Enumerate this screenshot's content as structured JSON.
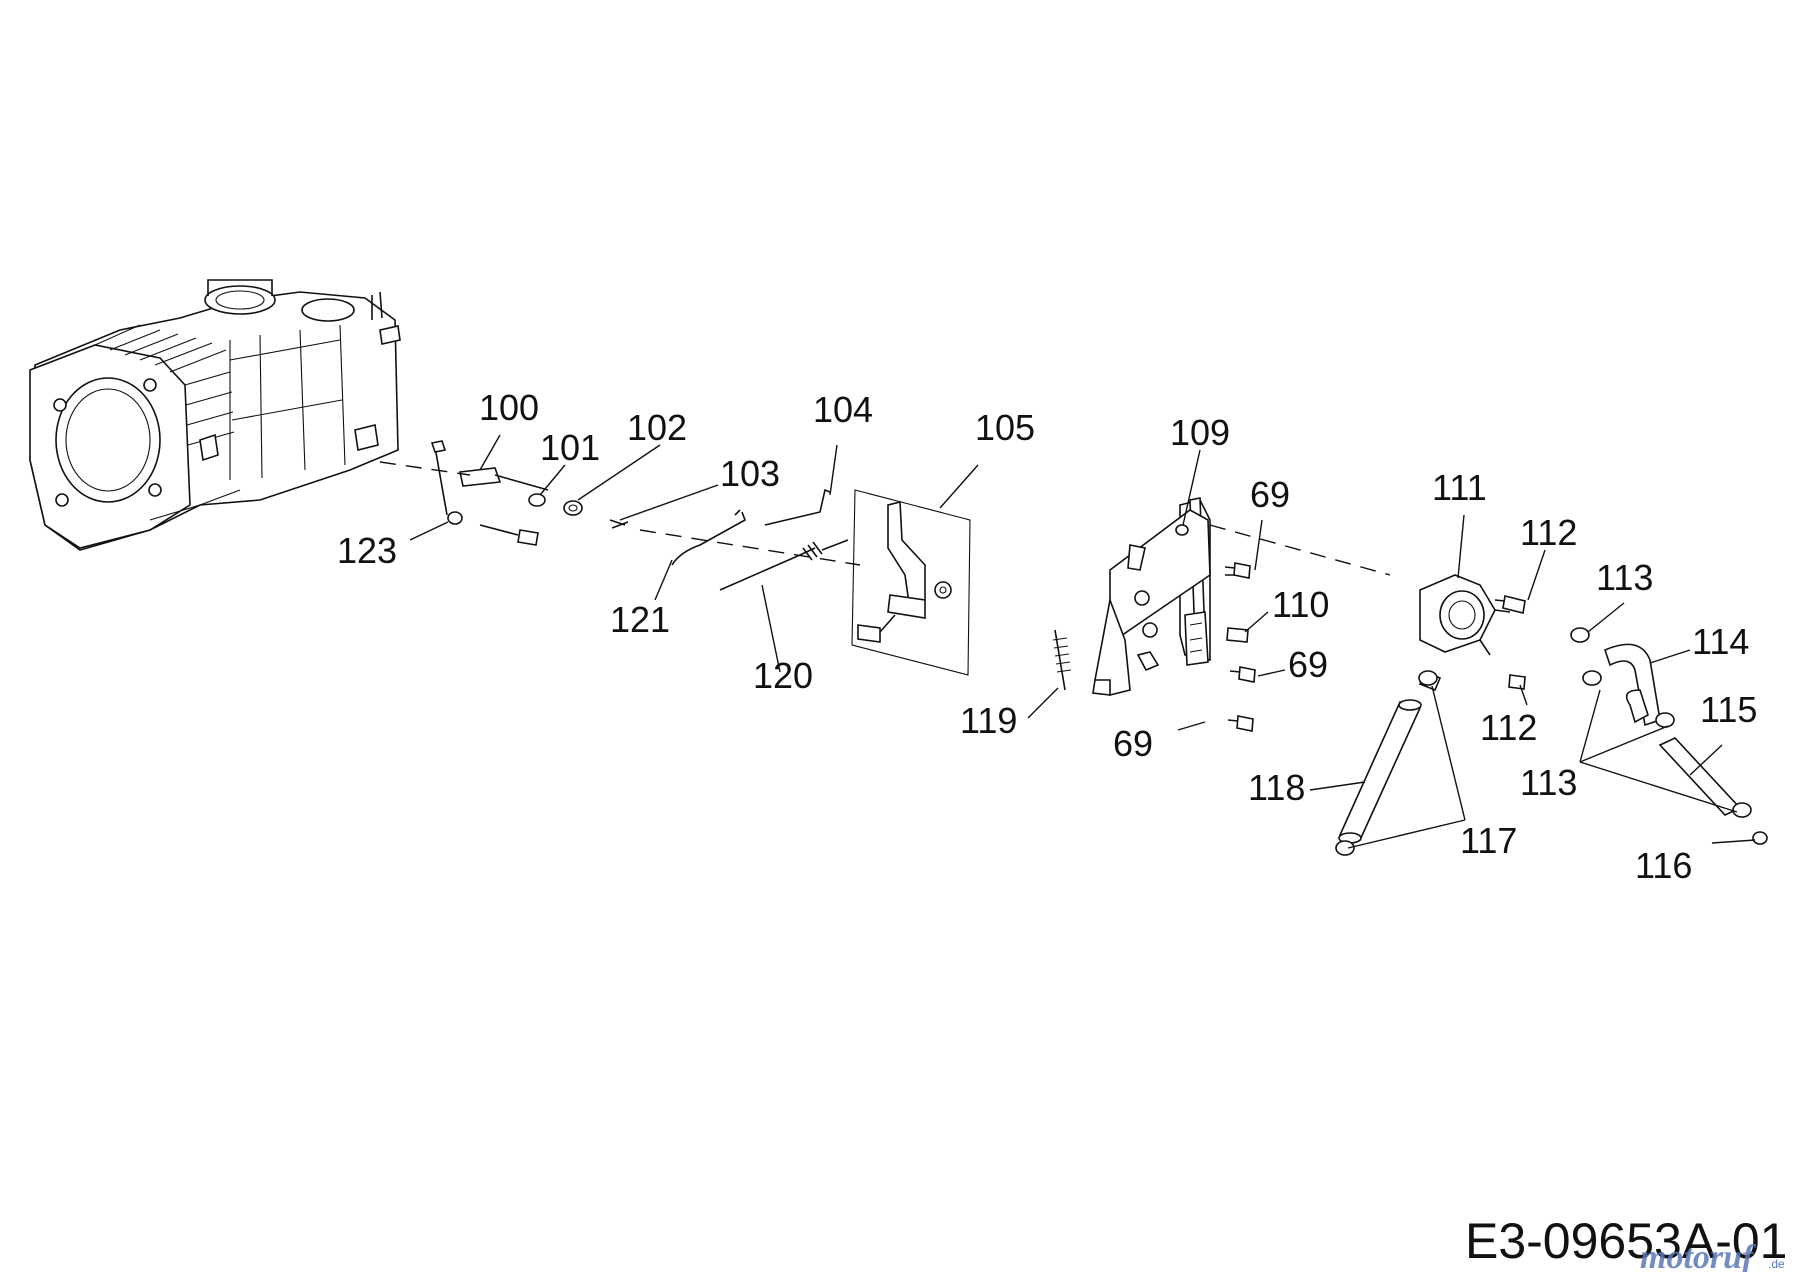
{
  "labels": {
    "l100": "100",
    "l101": "101",
    "l102": "102",
    "l103": "103",
    "l104": "104",
    "l105": "105",
    "l109": "109",
    "l69a": "69",
    "l110": "110",
    "l69b": "69",
    "l69c": "69",
    "l111": "111",
    "l112a": "112",
    "l112b": "112",
    "l113a": "113",
    "l113b": "113",
    "l114": "114",
    "l115": "115",
    "l116": "116",
    "l117": "117",
    "l118": "118",
    "l119": "119",
    "l120": "120",
    "l121": "121",
    "l123": "123"
  },
  "drawing_number": "E3-09653A-01",
  "watermark": {
    "brand": "motoruf",
    "suffix": ".de",
    "color": "#5a78b8"
  }
}
